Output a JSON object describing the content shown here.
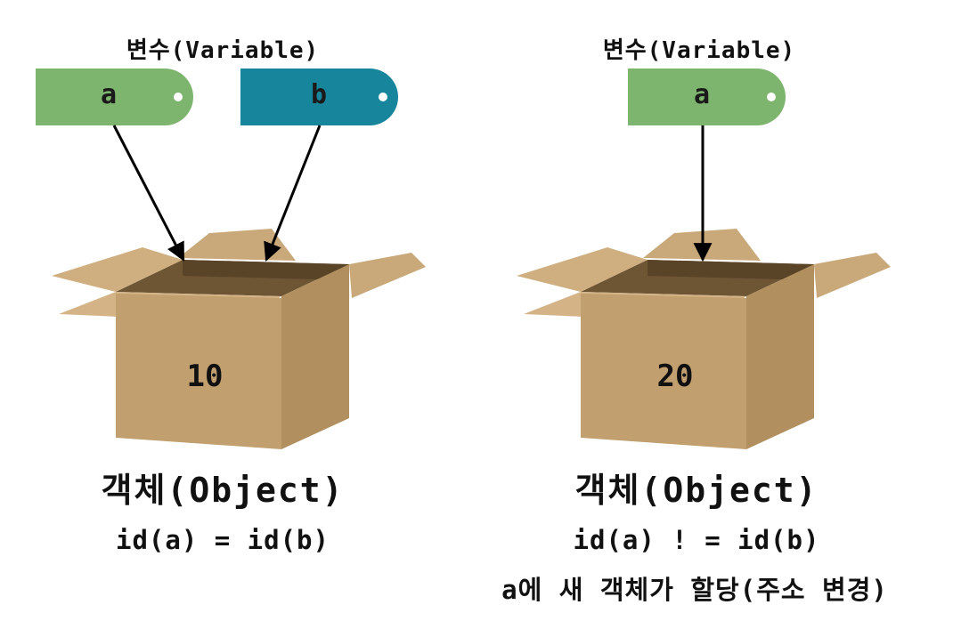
{
  "left_panel": {
    "variable_title": "변수(Variable)",
    "tags": [
      {
        "label": "a",
        "color": "#7eb56e"
      },
      {
        "label": "b",
        "color": "#17869c"
      }
    ],
    "object_value": "10",
    "object_title": "객체(Object)",
    "relation": "id(a) = id(b)"
  },
  "right_panel": {
    "variable_title": "변수(Variable)",
    "tags": [
      {
        "label": "a",
        "color": "#7eb56e"
      }
    ],
    "object_value": "20",
    "object_title": "객체(Object)",
    "relation": "id(a) ! = id(b)",
    "note": "a에 새 객체가 할당(주소 변경)"
  }
}
